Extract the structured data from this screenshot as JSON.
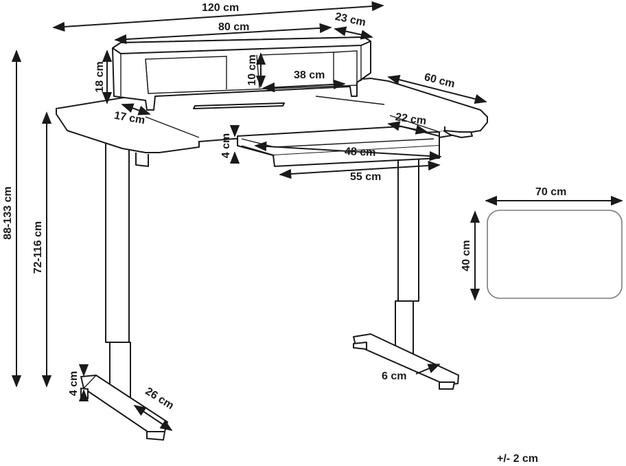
{
  "dimensions": {
    "total_width": "120 cm",
    "shelf_width": "80 cm",
    "shelf_depth": "23 cm",
    "shelf_height": "18 cm",
    "shelf_inner_height": "10 cm",
    "shelf_compartment": "38 cm",
    "desk_depth": "60 cm",
    "shelf_leg": "17 cm",
    "drawer_depth": "22 cm",
    "drawer_height": "4 cm",
    "drawer_inner_width": "48 cm",
    "drawer_width": "55 cm",
    "total_height": "88-133 cm",
    "desk_height": "72-116 cm",
    "foot_height": "4 cm",
    "foot_width": "26 cm",
    "leg_width": "6 cm",
    "mat_width": "70 cm",
    "mat_depth": "40 cm"
  },
  "tolerance": "+/- 2 cm"
}
